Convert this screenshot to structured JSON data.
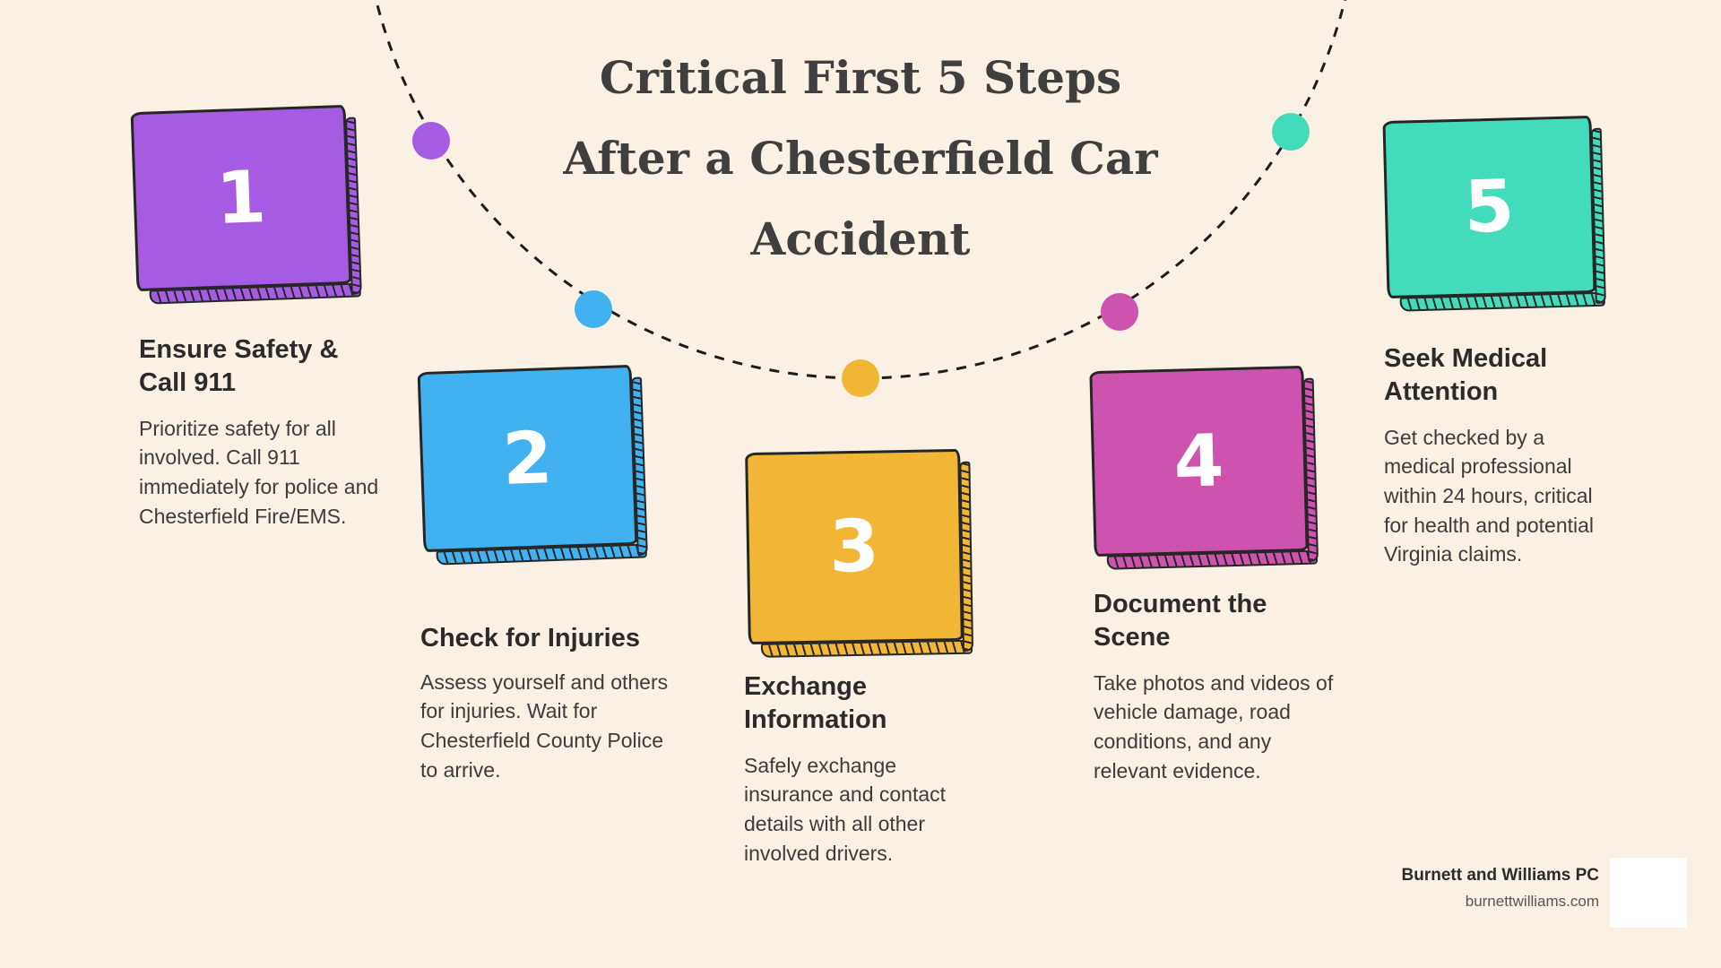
{
  "title": {
    "lines": [
      "Critical First 5 Steps",
      "After a Chesterfield Car",
      "Accident"
    ]
  },
  "steps": [
    {
      "number": "1",
      "color": "#a55ce2",
      "heading": "Ensure Safety & Call 911",
      "body": "Prioritize safety for all involved. Call 911 immediately for police and Chesterfield Fire/EMS."
    },
    {
      "number": "2",
      "color": "#41b1f0",
      "heading": "Check for Injuries",
      "body": "Assess yourself and others for injuries. Wait for Chesterfield County Police to arrive."
    },
    {
      "number": "3",
      "color": "#f2b636",
      "heading": "Exchange Information",
      "body": "Safely exchange insurance and contact details with all other involved drivers."
    },
    {
      "number": "4",
      "color": "#ce53ae",
      "heading": "Document the Scene",
      "body": "Take photos and videos of vehicle damage, road conditions, and any relevant evidence."
    },
    {
      "number": "5",
      "color": "#43dcba",
      "heading": "Seek Medical Attention",
      "body": "Get checked by a medical professional within 24 hours, critical for health and potential Virginia claims."
    }
  ],
  "footer": {
    "company": "Burnett and Williams PC",
    "website": "burnettwilliams.com"
  },
  "colors": {
    "background": "#fbf0e4",
    "title_text": "#3f3f3f",
    "heading_text": "#2b2b2b",
    "body_text": "#3c3c3c",
    "dashed_line": "#1c1c1c"
  }
}
